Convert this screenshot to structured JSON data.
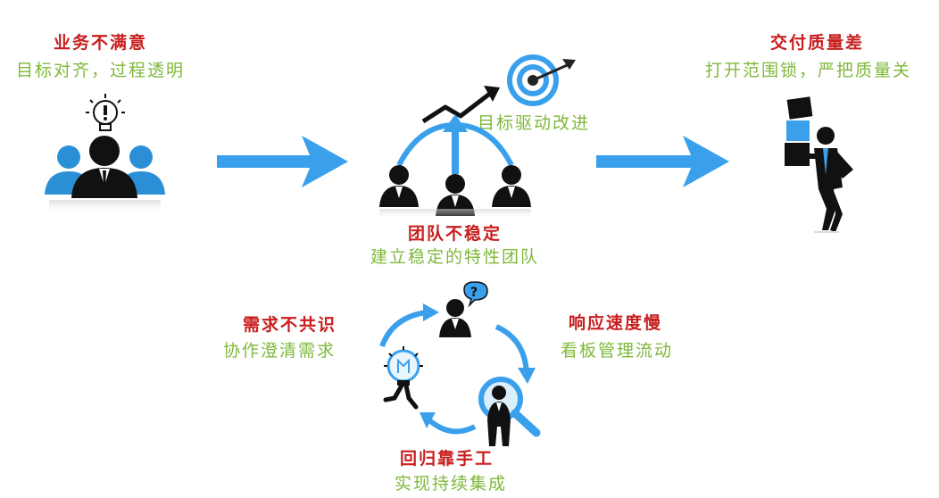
{
  "nodes": {
    "business": {
      "problem": "业务不满意",
      "solution": "目标对齐，过程透明"
    },
    "team": {
      "problem": "团队不稳定",
      "solution": "建立稳定的特性团队"
    },
    "goal": {
      "label": "目标驱动改进"
    },
    "delivery": {
      "problem": "交付质量差",
      "solution": "打开范围锁，严把质量关"
    },
    "requirement": {
      "problem": "需求不共识",
      "solution": "协作澄清需求"
    },
    "response": {
      "problem": "响应速度慢",
      "solution": "看板管理流动"
    },
    "manual": {
      "problem": "回归靠手工",
      "solution": "实现持续集成"
    }
  },
  "colors": {
    "problem": "#c81e1e",
    "solution": "#7fb83a",
    "arrow": "#3aa0ec",
    "figure": "#111111"
  },
  "icons": [
    "idea-lightbulb-icon",
    "group-people-icon",
    "target-icon",
    "trend-arrow-icon",
    "carrying-boxes-icon",
    "question-bubble-icon",
    "magnifier-icon",
    "running-lightbulb-icon",
    "cycle-arrow-icon"
  ]
}
